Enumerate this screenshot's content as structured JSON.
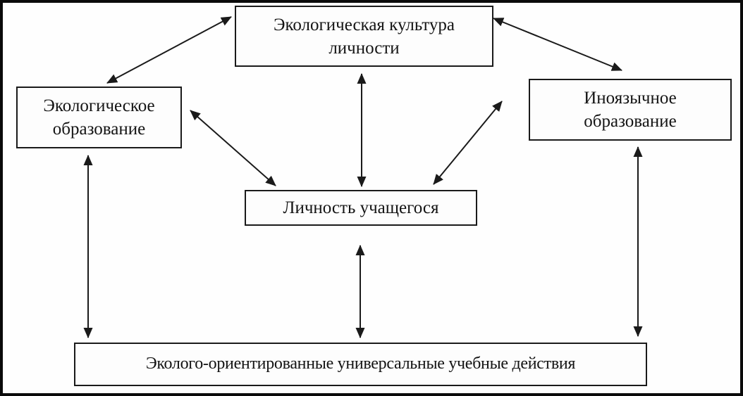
{
  "diagram": {
    "type": "concept-relationship-diagram",
    "language": "ru",
    "colors": {
      "background": "#fefefe",
      "box_border": "#1a1a1a",
      "text": "#141414",
      "arrow": "#1a1a1a",
      "outer_frame": "#0a0a0a"
    },
    "nodes": {
      "ecological_culture": {
        "label": "Экологическая культура\nличности"
      },
      "ecological_education": {
        "label": "Экологическое\nобразование"
      },
      "foreign_language_education": {
        "label": "Иноязычное\nобразование"
      },
      "student_personality": {
        "label": "Личность учащегося"
      },
      "eco_oriented_actions": {
        "label": "Эколого-ориентированные универсальные учебные действия"
      }
    },
    "edges": [
      {
        "from": "ecological_education",
        "to": "ecological_culture",
        "direction": "bidirectional"
      },
      {
        "from": "foreign_language_education",
        "to": "ecological_culture",
        "direction": "bidirectional"
      },
      {
        "from": "student_personality",
        "to": "ecological_culture",
        "direction": "bidirectional"
      },
      {
        "from": "student_personality",
        "to": "ecological_education",
        "direction": "bidirectional"
      },
      {
        "from": "student_personality",
        "to": "foreign_language_education",
        "direction": "bidirectional"
      },
      {
        "from": "eco_oriented_actions",
        "to": "ecological_education",
        "direction": "bidirectional"
      },
      {
        "from": "eco_oriented_actions",
        "to": "student_personality",
        "direction": "bidirectional"
      },
      {
        "from": "eco_oriented_actions",
        "to": "foreign_language_education",
        "direction": "bidirectional"
      }
    ]
  }
}
